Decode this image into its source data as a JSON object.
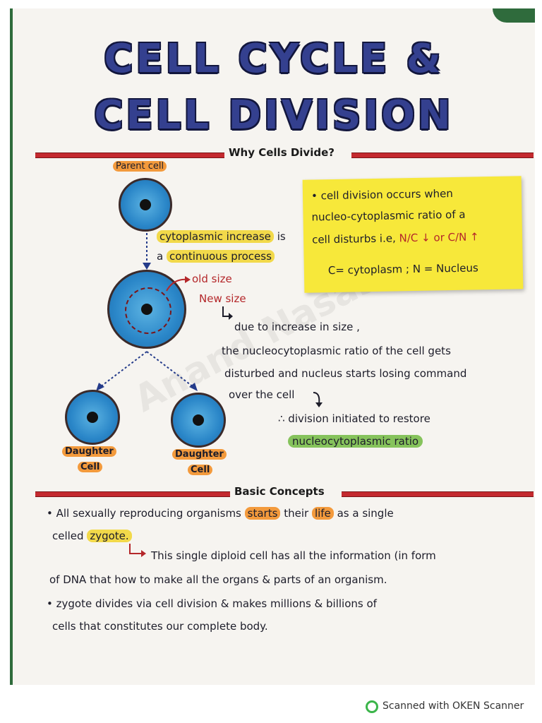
{
  "title": {
    "line1": "CELL CYCLE &",
    "line2": "CELL DIVISION"
  },
  "watermark": "Anand Nasastik",
  "section1": {
    "heading": "Why Cells Divide?",
    "parent_label": "Parent cell",
    "cyto_line1_a": "cytoplasmic increase",
    "cyto_line1_b": "is",
    "cyto_line2_a": "a",
    "cyto_line2_b": "continuous process",
    "old_size": "old size",
    "new_size": "New size",
    "para1": "due to increase in size ,",
    "para2": "the nucleocytoplasmic ratio of the cell gets",
    "para3": "disturbed and nucleus starts losing command",
    "para4": "over the cell",
    "para5": "∴ division initiated to restore",
    "para6": "nucleocytoplasmic ratio",
    "daughter1_a": "Daughter",
    "daughter1_b": "Cell",
    "daughter2_a": "Daughter",
    "daughter2_b": "Cell",
    "note": {
      "line1": "• cell division occurs when",
      "line2": "nucleo-cytoplasmic ratio of a",
      "line3": "cell disturbs i.e,",
      "ratio1": "N/C ↓",
      "or": "or",
      "ratio2": "C/N ↑",
      "line4": "C= cytoplasm ; N = Nucleus"
    }
  },
  "section2": {
    "heading": "Basic Concepts",
    "l1_a": "• All sexually reproducing organisms",
    "l1_b": "starts",
    "l1_c": "their",
    "l1_d": "life",
    "l1_e": "as a single",
    "l2_a": "celled",
    "l2_b": "zygote.",
    "l3": "This single diploid cell has all the information (in form",
    "l4": "of DNA that how to make all the organs & parts of an organism.",
    "l5": "• zygote divides via cell division & makes millions & billions of",
    "l6": "cells that constitutes our complete body."
  },
  "footer": {
    "scanner": "Scanned with OKEN Scanner"
  },
  "colors": {
    "title": "#34408f",
    "rule": "#c42a2f",
    "note": "#f7e83a",
    "cell": "#2a86c8"
  }
}
